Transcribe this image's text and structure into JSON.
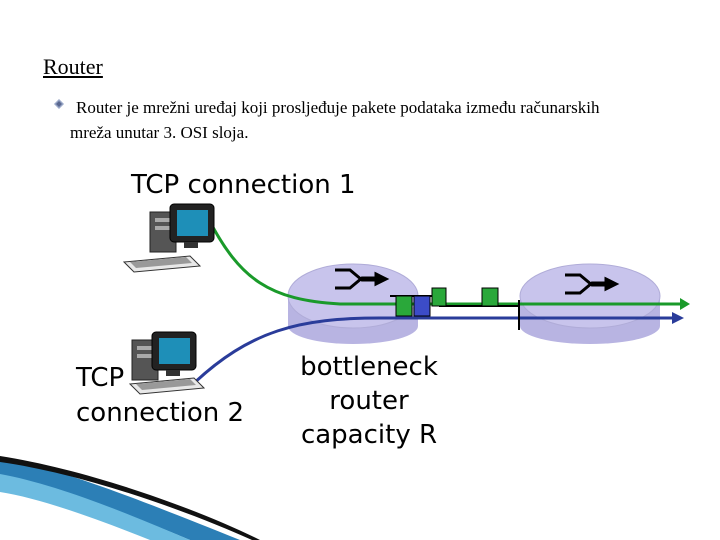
{
  "slide": {
    "title": "Router",
    "bullet_text": "Router je mrežni uređaj koji prosljeđuje pakete podataka između računarskih mreža unutar 3. OSI sloja."
  },
  "diagram": {
    "label_connection1": "TCP connection 1",
    "label_tcp": "TCP",
    "label_connection2": "connection 2",
    "label_bottleneck": "bottleneck router capacity R",
    "colors": {
      "connection1_line": "#1a9a2a",
      "connection2_line": "#2a3c9a",
      "router_fill": "#c8c4ec",
      "packet_green": "#2aa83a",
      "packet_blue": "#3c4cc8"
    }
  }
}
